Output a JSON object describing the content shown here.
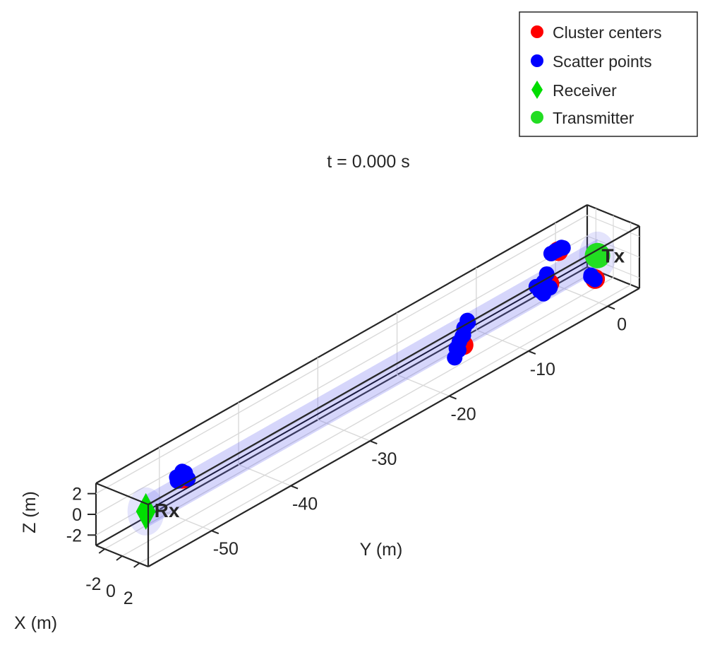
{
  "chart_data": {
    "type": "scatter",
    "title": "t = 0.000 s",
    "xlabel": "X (m)",
    "ylabel": "Y (m)",
    "zlabel": "Z (m)",
    "xlim": [
      -3,
      3
    ],
    "ylim": [
      -58,
      4
    ],
    "zlim": [
      -3,
      3
    ],
    "xticks": [
      "-2",
      "0",
      "2"
    ],
    "yticks": [
      "0",
      "-10",
      "-20",
      "-30",
      "-40",
      "-50"
    ],
    "zticks": [
      "2",
      "0",
      "-2"
    ],
    "grid": true,
    "legend": {
      "position": "top-right",
      "entries": [
        "Cluster centers",
        "Scatter points",
        "Receiver",
        "Transmitter"
      ]
    },
    "colors": {
      "cluster_centers": "#ff0000",
      "scatter_points": "#0000ff",
      "receiver": "#00dd00",
      "transmitter": "#22dd22",
      "tunnel": "#6a6af0"
    },
    "receiver": {
      "label": "Rx",
      "x": 0,
      "y": -55,
      "z": 0
    },
    "transmitter": {
      "label": "Tx",
      "x": 0,
      "y": 2,
      "z": 0
    },
    "cluster_centers": [
      {
        "x": -0.8,
        "y": -49.5,
        "z": 0.5
      },
      {
        "x": 1.0,
        "y": -16.0,
        "z": -0.5
      },
      {
        "x": 1.3,
        "y": -5.5,
        "z": 1.0
      },
      {
        "x": -1.3,
        "y": -1.5,
        "z": 1.5
      },
      {
        "x": 2.0,
        "y": -0.5,
        "z": -0.5
      }
    ],
    "scatter_points": [
      {
        "x": -1.0,
        "y": -50.0,
        "z": 0.8
      },
      {
        "x": -1.1,
        "y": -49.8,
        "z": 0.3
      },
      {
        "x": -0.9,
        "y": -49.4,
        "z": 0.6
      },
      {
        "x": -1.2,
        "y": -49.1,
        "z": 0.9
      },
      {
        "x": -0.8,
        "y": -48.8,
        "z": 0.2
      },
      {
        "x": -1.3,
        "y": -48.6,
        "z": 0.5
      },
      {
        "x": 0.8,
        "y": -16.9,
        "z": -1.4
      },
      {
        "x": 0.9,
        "y": -16.5,
        "z": -0.8
      },
      {
        "x": 0.7,
        "y": -16.2,
        "z": -0.2
      },
      {
        "x": 0.8,
        "y": -15.8,
        "z": 0.3
      },
      {
        "x": 0.6,
        "y": -15.5,
        "z": 0.8
      },
      {
        "x": 0.7,
        "y": -15.1,
        "z": 1.2
      },
      {
        "x": 0.9,
        "y": -16.8,
        "z": -0.5
      },
      {
        "x": 0.5,
        "y": -15.6,
        "z": 0.0
      },
      {
        "x": 0.8,
        "y": -15.3,
        "z": 1.5
      },
      {
        "x": 1.0,
        "y": -6.4,
        "z": 0.6
      },
      {
        "x": 1.1,
        "y": -6.0,
        "z": 1.3
      },
      {
        "x": 0.9,
        "y": -5.8,
        "z": 0.0
      },
      {
        "x": 1.0,
        "y": -5.5,
        "z": 1.8
      },
      {
        "x": 0.8,
        "y": -6.6,
        "z": 1.0
      },
      {
        "x": 1.1,
        "y": -5.2,
        "z": 0.4
      },
      {
        "x": -1.5,
        "y": -2.2,
        "z": 1.5
      },
      {
        "x": -1.4,
        "y": -1.8,
        "z": 1.6
      },
      {
        "x": -1.5,
        "y": -1.4,
        "z": 1.5
      },
      {
        "x": -1.4,
        "y": -1.0,
        "z": 1.6
      },
      {
        "x": -1.5,
        "y": -0.7,
        "z": 1.4
      },
      {
        "x": 1.7,
        "y": -0.7,
        "z": -0.3
      },
      {
        "x": 1.8,
        "y": -0.3,
        "z": -0.7
      },
      {
        "x": 1.9,
        "y": -0.9,
        "z": 0.0
      }
    ]
  }
}
